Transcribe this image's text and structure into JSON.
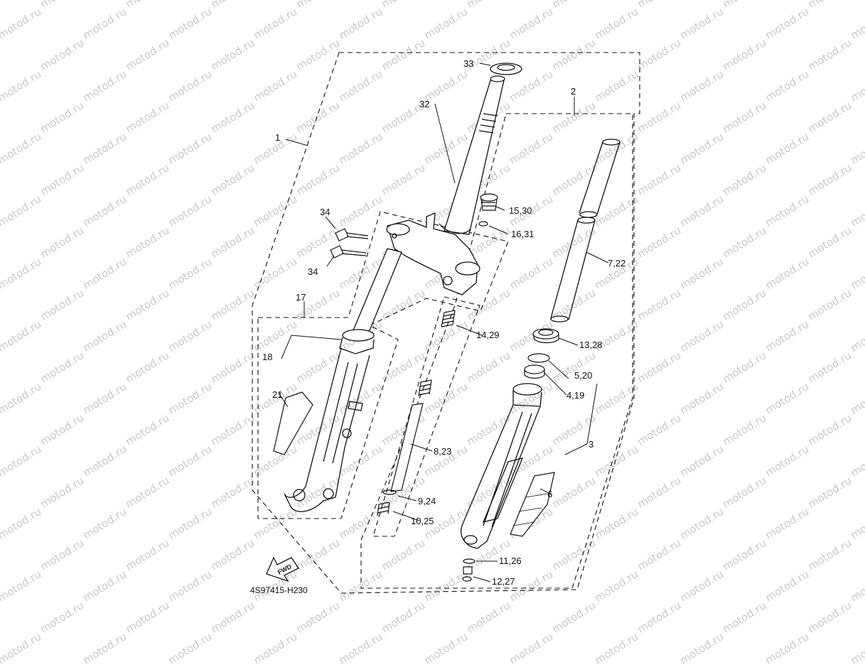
{
  "diagram_code": "4S97415-H230",
  "watermark": "motod.ru",
  "fwd_label": "FWD",
  "callouts": {
    "c1": "1",
    "c2": "2",
    "c3": "3",
    "c6": "6",
    "c17": "17",
    "c18": "18",
    "c21": "21",
    "c32": "32",
    "c33": "33",
    "c34a": "34",
    "c34b": "34",
    "c4_19": "4,19",
    "c5_20": "5,20",
    "c7_22": "7,22",
    "c8_23": "8,23",
    "c9_24": "9,24",
    "c10_25": "10,25",
    "c11_26": "11,26",
    "c12_27": "12,27",
    "c13_28": "13,28",
    "c14_29": "14,29",
    "c15_30": "15,30",
    "c16_31": "16,31"
  }
}
